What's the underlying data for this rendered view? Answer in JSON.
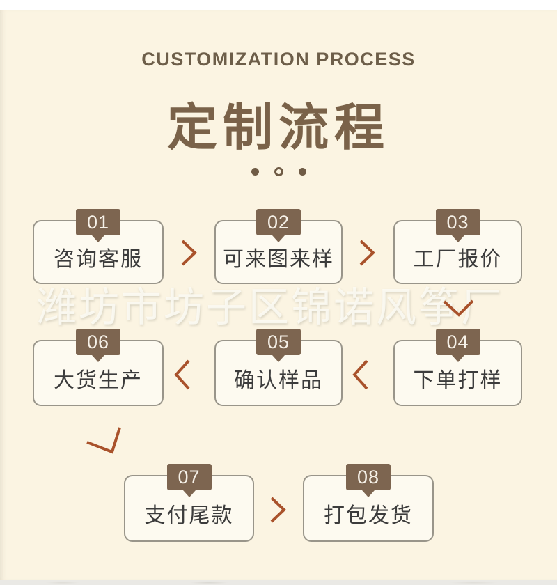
{
  "header": {
    "subtitle": "CUSTOMIZATION PROCESS",
    "title": "定制流程"
  },
  "steps": [
    {
      "num": "01",
      "label": "咨询客服"
    },
    {
      "num": "02",
      "label": "可来图来样"
    },
    {
      "num": "03",
      "label": "工厂报价"
    },
    {
      "num": "04",
      "label": "下单打样"
    },
    {
      "num": "05",
      "label": "确认样品"
    },
    {
      "num": "06",
      "label": "大货生产"
    },
    {
      "num": "07",
      "label": "支付尾款"
    },
    {
      "num": "08",
      "label": "打包发货"
    }
  ],
  "watermark": "潍坊市坊子区锦诺风筝厂",
  "icons": {
    "dots": [
      "dot-filled",
      "dot-hollow",
      "dot-filled"
    ],
    "flow_arrows": [
      "arrow-right",
      "arrow-right",
      "arrow-down",
      "arrow-left",
      "arrow-left",
      "arrow-down-check",
      "arrow-right"
    ]
  },
  "colors": {
    "page_background": "#fbf4e2",
    "card_background": "#fdfaf0",
    "card_border": "#716e63",
    "badge_brown": "#7d6550",
    "badge_text": "#f6f1e8",
    "title_brown": "#7a6249",
    "subtitle_brown": "#6d5e49",
    "arrow_rust": "#a9522b",
    "label_text": "#3c3c3c"
  }
}
